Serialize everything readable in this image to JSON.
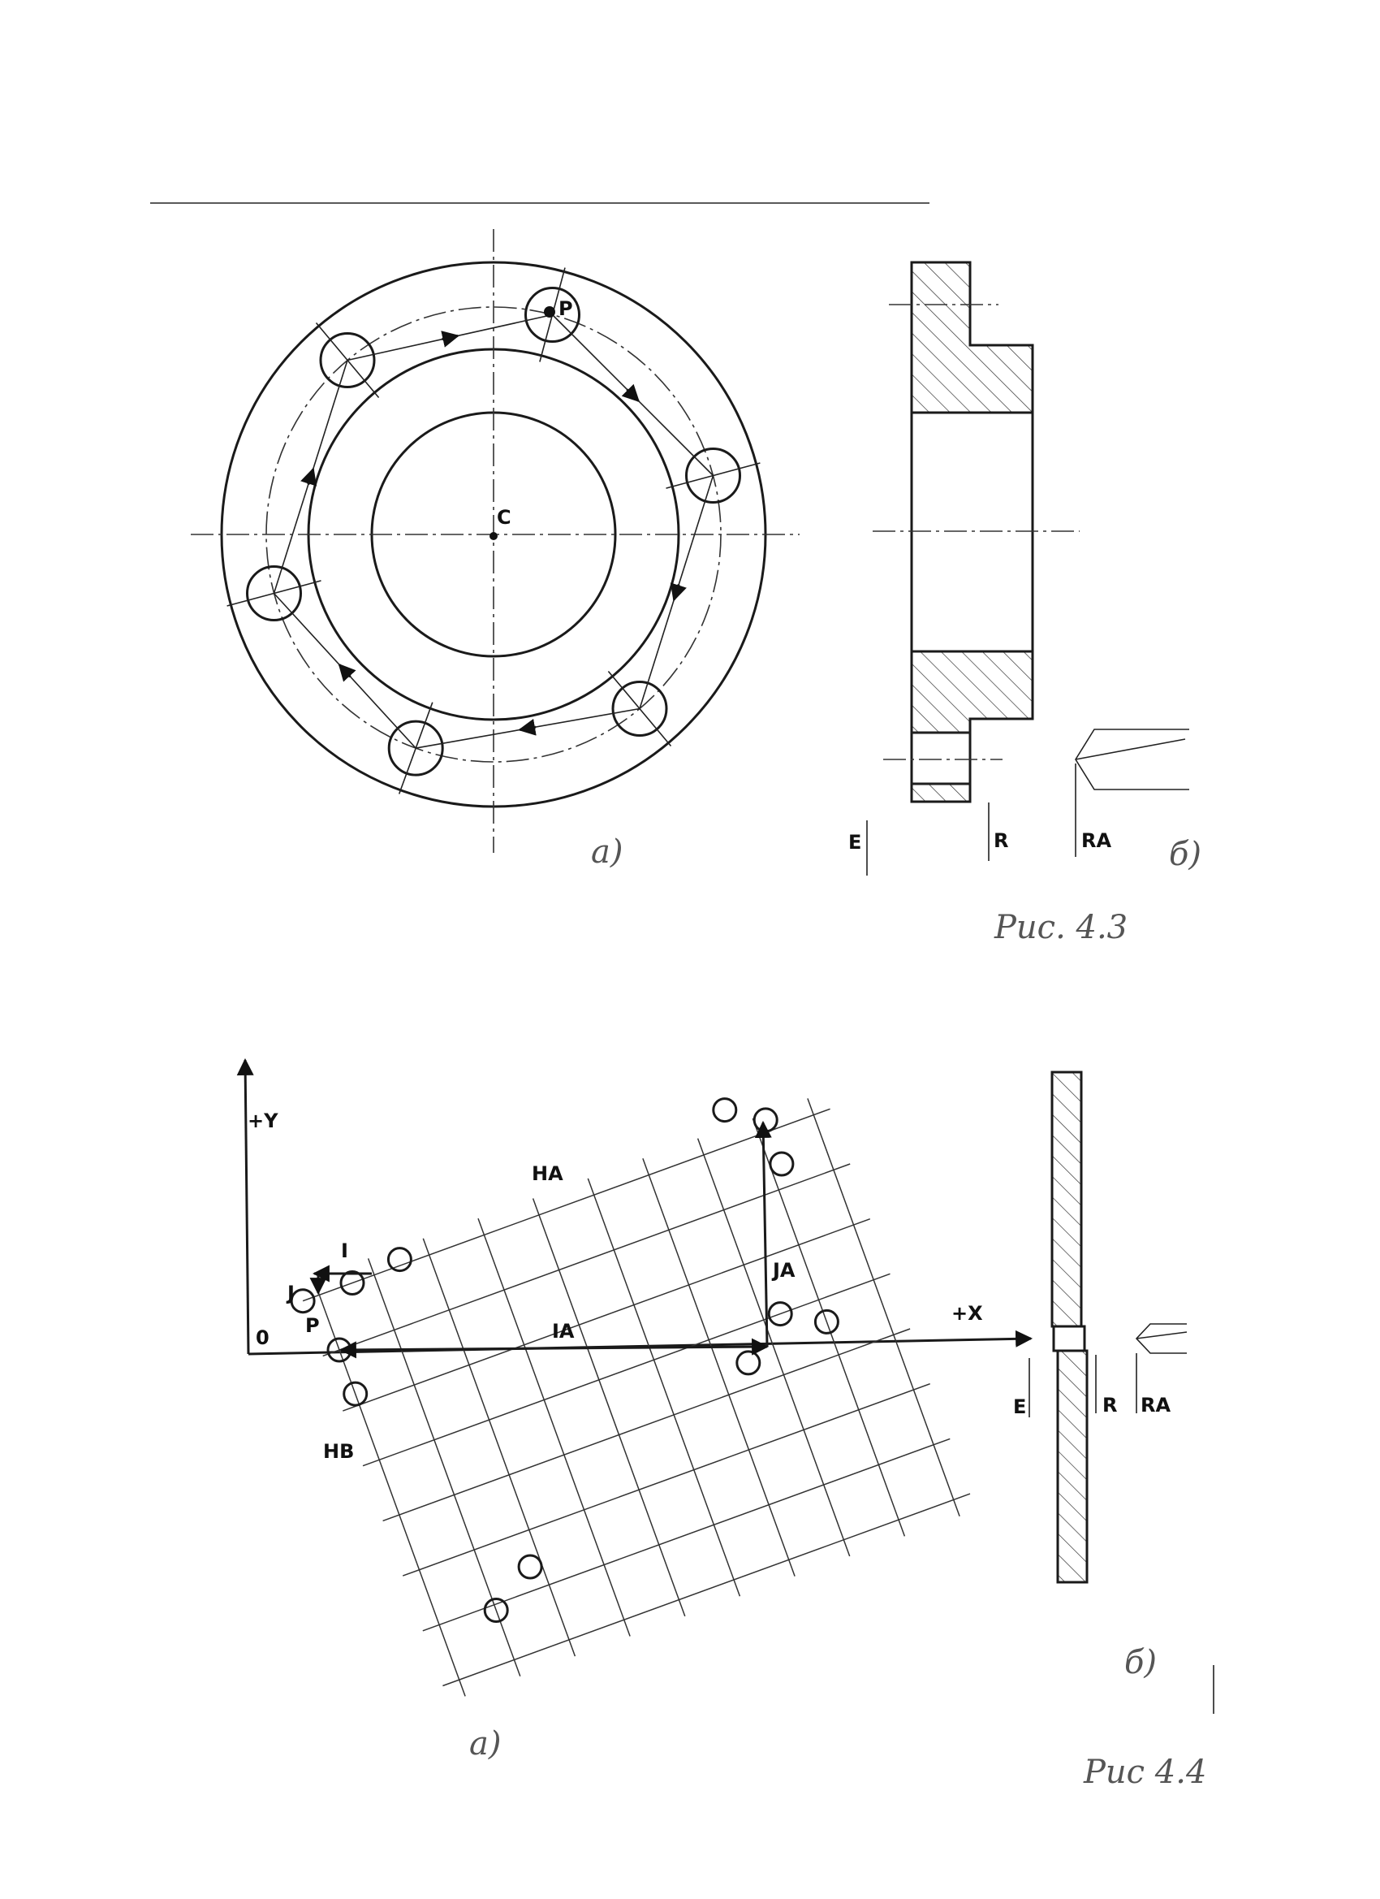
{
  "fig43": {
    "label_P": "P",
    "label_C": "C",
    "label_a": "a)",
    "label_b": "б)",
    "label_E": "E",
    "label_R": "R",
    "label_RA": "RA",
    "caption": "Рис. 4.3"
  },
  "fig44": {
    "label_Y": "+Y",
    "label_X": "+X",
    "label_O": "0",
    "label_HA": "HA",
    "label_HB": "HB",
    "label_I": "I",
    "label_J": "J",
    "label_P": "P",
    "label_IA": "IA",
    "label_JA": "JA",
    "label_a": "a)",
    "label_b": "б)",
    "label_E": "E",
    "label_R": "R",
    "label_RA": "RA",
    "caption": "Рис 4.4"
  },
  "colors": {
    "ink": "#1a1a1a",
    "pencil": "#555555",
    "paper": "#ffffff"
  }
}
